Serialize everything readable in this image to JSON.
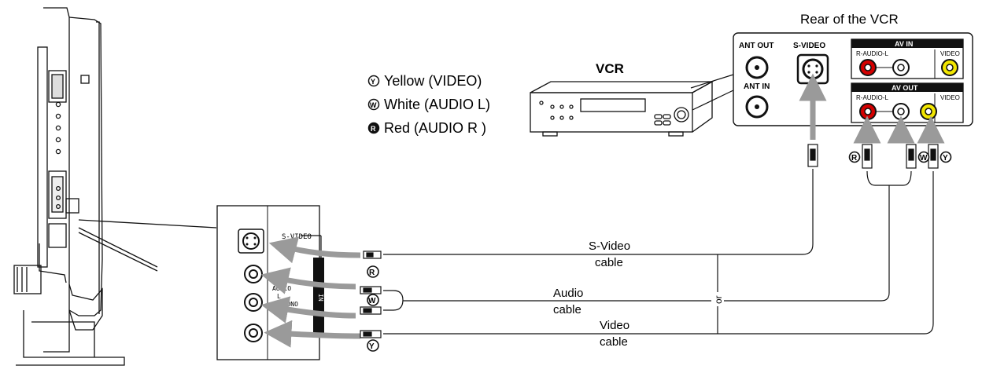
{
  "legend": {
    "yellow": "Yellow (VIDEO)",
    "white": "White (AUDIO L)",
    "red": "Red (AUDIO R )",
    "yellow_mark": "Y",
    "white_mark": "W",
    "red_mark": "R"
  },
  "vcr": {
    "title": "VCR",
    "rear_title": "Rear of the VCR"
  },
  "vcr_panel": {
    "ant_out": "ANT OUT",
    "ant_in": "ANT IN",
    "s_video": "S-VIDEO",
    "av_in": "AV IN",
    "av_out": "AV OUT",
    "r_audio_l_in": "R-AUDIO-L",
    "video_in": "VIDEO",
    "r_audio_l_out": "R-AUDIO-L",
    "video_out": "VIDEO"
  },
  "tv_panel": {
    "s_video": "S-VIDEO",
    "r": "R",
    "audio": "AUDIO",
    "l": "L",
    "l_mono": "L/MONO",
    "in": "IN"
  },
  "cables": {
    "svideo_1": "S-Video",
    "svideo_2": "cable",
    "audio_1": "Audio",
    "audio_2": "cable",
    "video_1": "Video",
    "video_2": "cable",
    "or": "or"
  },
  "colors": {
    "line": "#111111",
    "arrow": "#9a9a9a",
    "red_jack": "#d40000",
    "yellow_jack": "#f2e600"
  }
}
